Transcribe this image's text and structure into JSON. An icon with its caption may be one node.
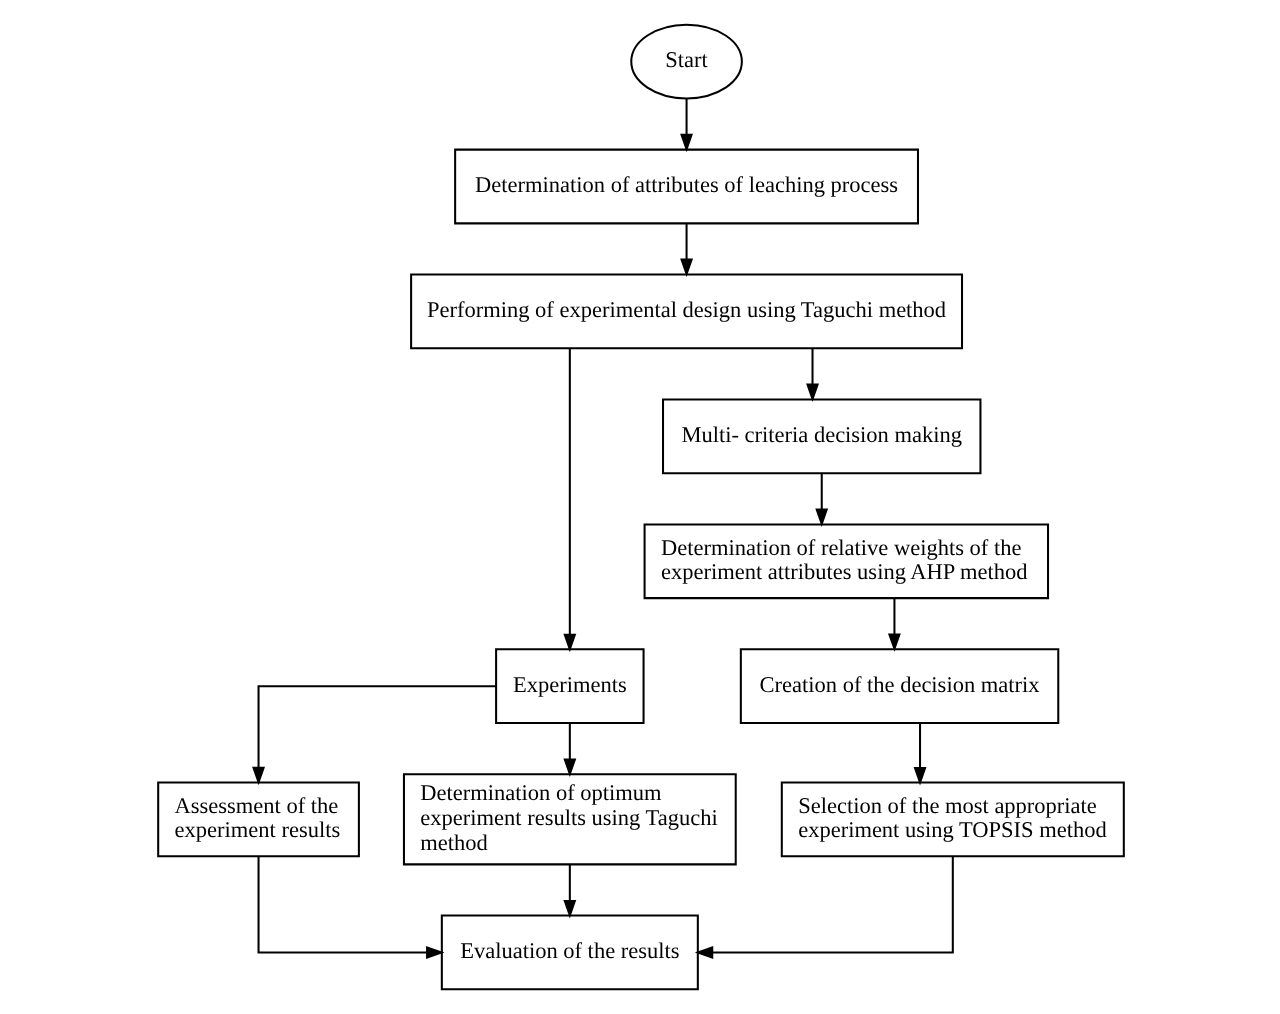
{
  "diagram": {
    "nodes": [
      {
        "text": [
          "Start"
        ]
      },
      {
        "text": [
          "Determination of attributes of leaching process"
        ]
      },
      {
        "text": [
          "Performing of experimental design using Taguchi method"
        ]
      },
      {
        "text": [
          "Experiments"
        ]
      },
      {
        "text": [
          "Multi- criteria decision making"
        ]
      },
      {
        "text": [
          "Assessment of the experiment results"
        ]
      },
      {
        "text": [
          "Determination of optimum experiment results using Taguchi method"
        ]
      },
      {
        "text": [
          "Determination of relative weights of the experiment attributes using AHP method"
        ]
      },
      {
        "text": [
          "Creation of the decision matrix"
        ]
      },
      {
        "text": [
          "Selection of the most appropriate experiment using TOPSIS method"
        ]
      },
      {
        "text": [
          "Evaluation of the results"
        ]
      }
    ],
    "edges": [
      {
        "from": 0,
        "to": 1,
        "arrow": "to"
      },
      {
        "from": 1,
        "to": 2,
        "arrow": "to"
      },
      {
        "from": 2,
        "to": 3,
        "arrow": "to"
      },
      {
        "from": 2,
        "to": 4,
        "arrow": "to"
      },
      {
        "from": 3,
        "to": 5,
        "arrow": "to"
      },
      {
        "from": 3,
        "to": 6,
        "arrow": "to"
      },
      {
        "from": 4,
        "to": 7,
        "arrow": "to"
      },
      {
        "from": 7,
        "to": 8,
        "arrow": "to"
      },
      {
        "from": 8,
        "to": 9,
        "arrow": "to"
      },
      {
        "from": 5,
        "to": 10,
        "arrow": "to"
      },
      {
        "from": 6,
        "to": 10,
        "arrow": "to"
      },
      {
        "from": 9,
        "to": 10,
        "arrow": "to"
      }
    ]
  }
}
